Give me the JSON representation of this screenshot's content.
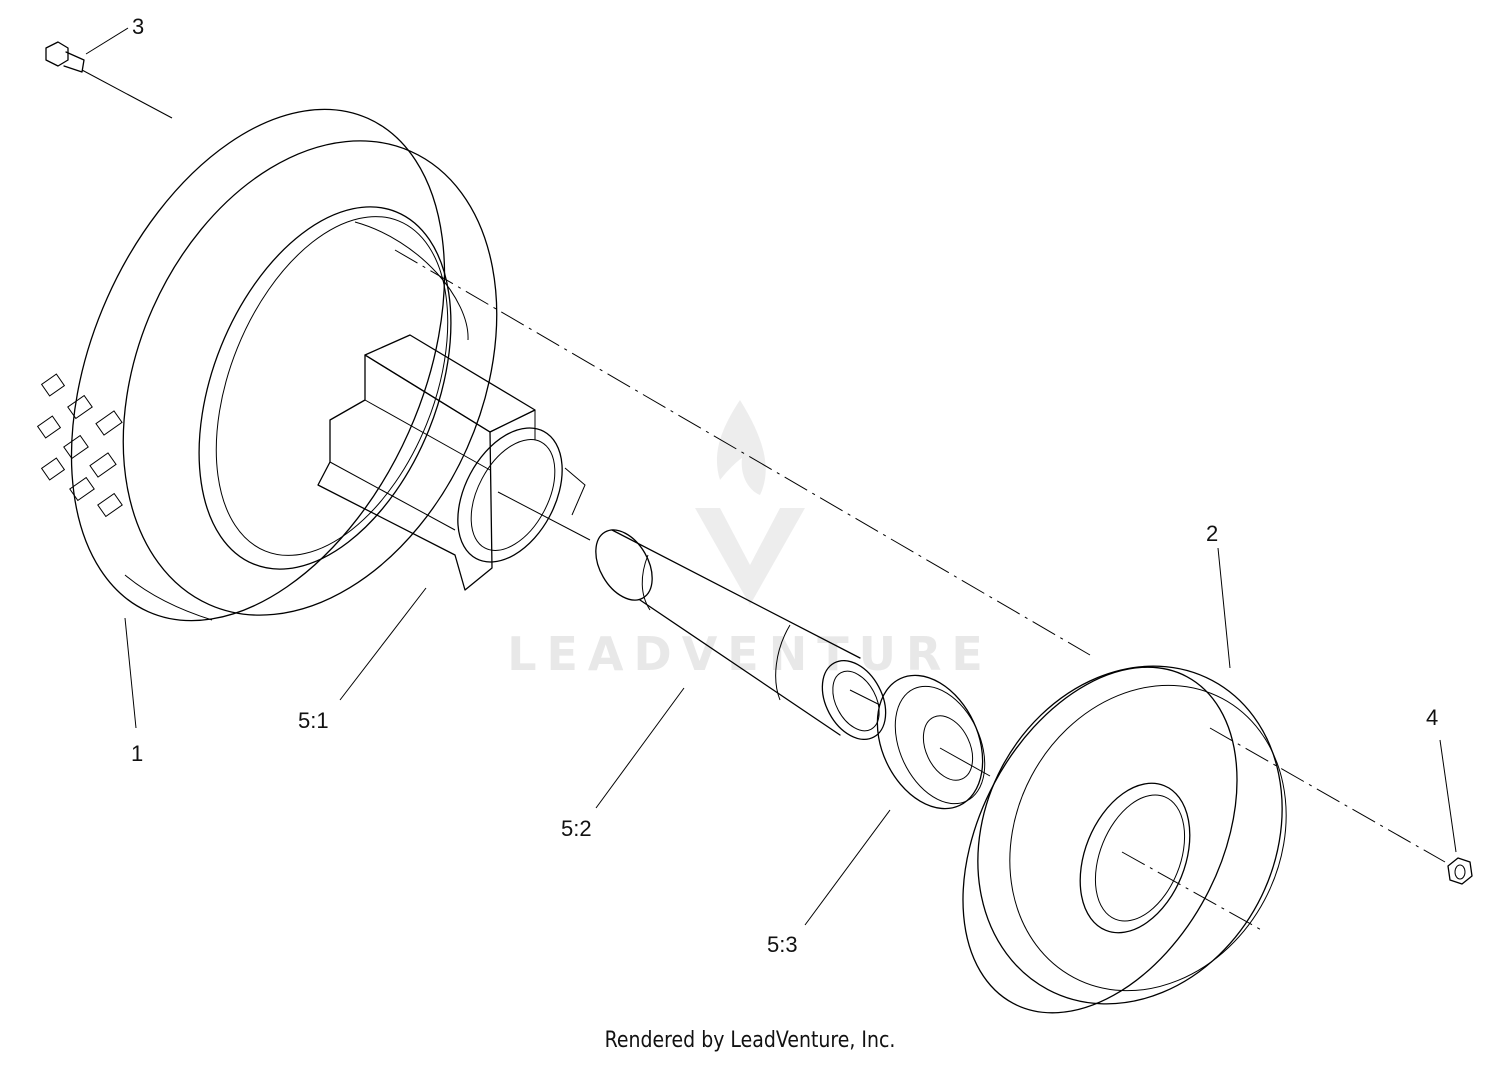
{
  "callouts": {
    "c1": "1",
    "c2": "2",
    "c3": "3",
    "c4": "4",
    "c51": "5:1",
    "c52": "5:2",
    "c53": "5:3"
  },
  "watermark": {
    "text": "LEADVENTURE"
  },
  "footer": {
    "text": "Rendered by LeadVenture, Inc."
  }
}
